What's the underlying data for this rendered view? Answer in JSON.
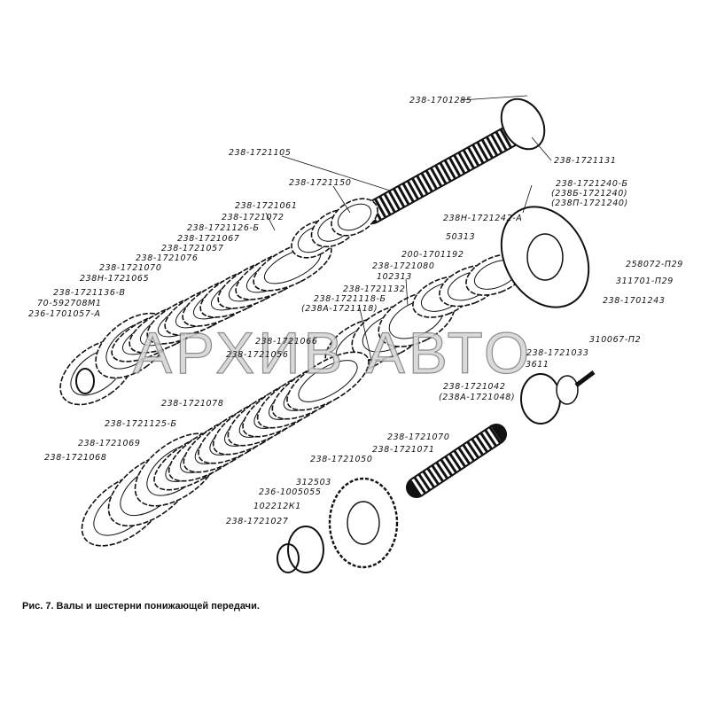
{
  "caption": "Рис. 7. Валы и шестерни понижающей передачи.",
  "watermark": "АРХИВ АВТО",
  "colors": {
    "ink": "#111111",
    "background": "#ffffff"
  },
  "labels": [
    "238-1701285",
    "238-1721131",
    "238-1721105",
    "238-1721150",
    "238-1721061",
    "238-1721072",
    "238-1721126-Б",
    "238-1721067",
    "238-1721057",
    "238-1721076",
    "238-1721070",
    "238Н-1721065",
    "238-1721136-В",
    "70-592708М1",
    "236-1701057-А",
    "238-1721240-Б",
    "(238Б-1721240)",
    "(238П-1721240)",
    "238Н-1721242-А",
    "50313",
    "200-1701192",
    "238-1721080",
    "102313",
    "238-1721132",
    "238-1721118-Б",
    "(238А-1721118)",
    "258072-П29",
    "311701-П29",
    "238-1701243",
    "238-1721066",
    "238-1721056",
    "310067-П2",
    "238-1721033",
    "3611",
    "238-1721042",
    "(238А-1721048)",
    "238-1721078",
    "238-1721070",
    "238-1721071",
    "238-1721125-Б",
    "238-1721069",
    "238-1721068",
    "238-1721050",
    "312503",
    "236-1005055",
    "102212К1",
    "238-1721027"
  ]
}
